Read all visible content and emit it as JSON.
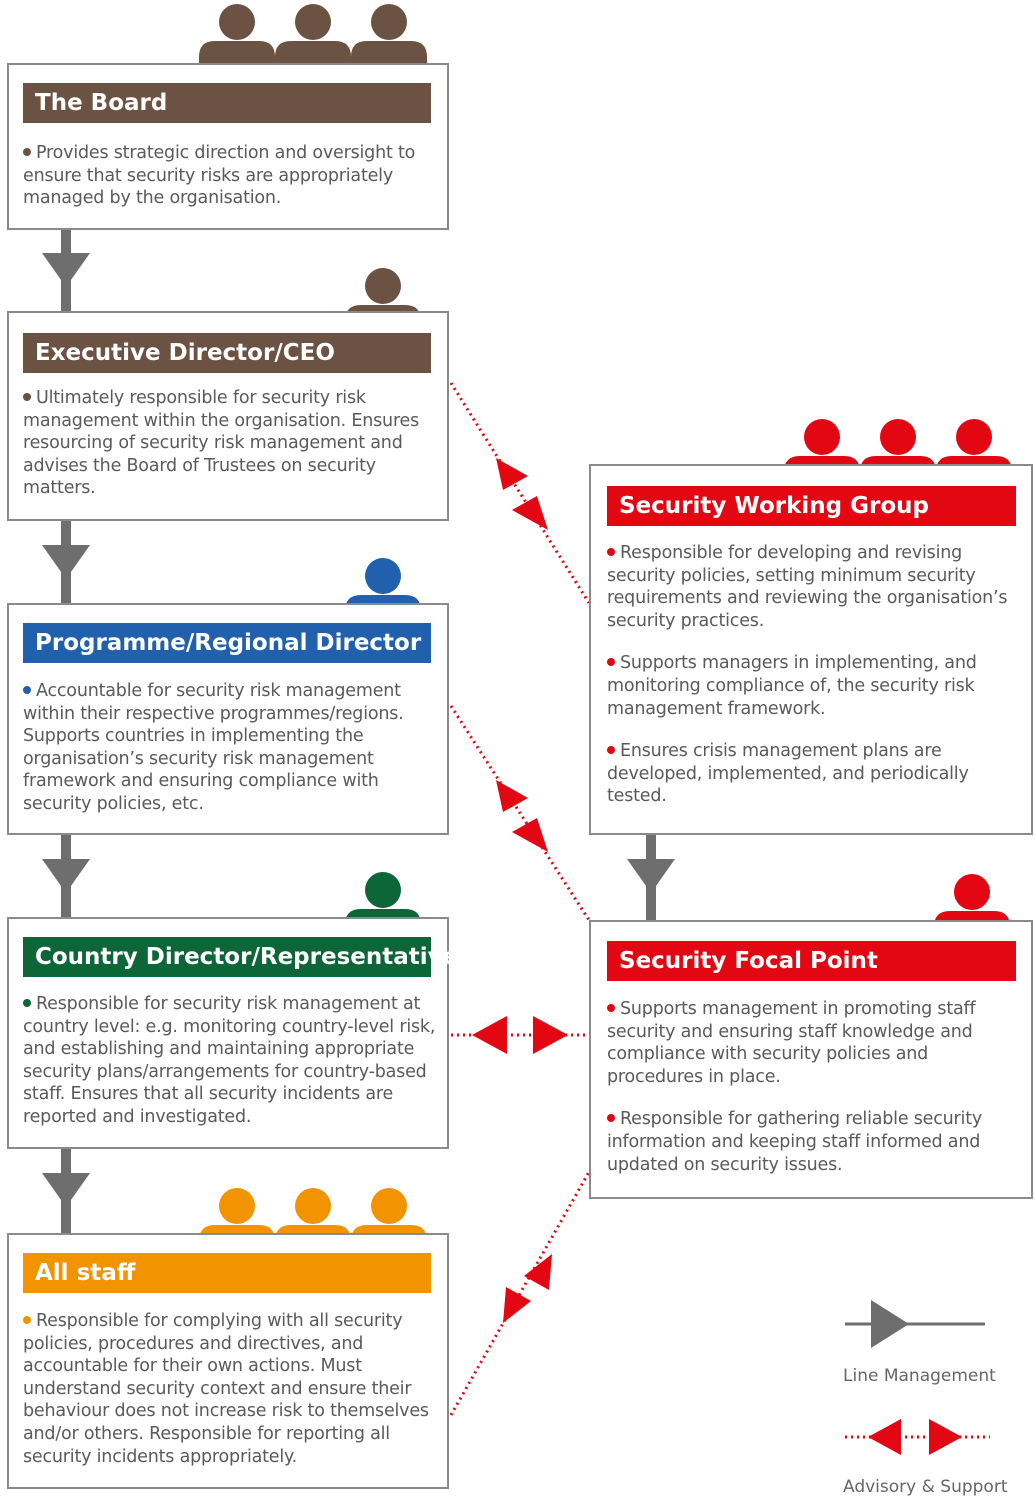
{
  "colors": {
    "board": "#6b5242",
    "executive": "#6b5242",
    "regional": "#2060ad",
    "country": "#0c6637",
    "staff": "#f29300",
    "security": "#e30613",
    "line_arrow": "#6e6e6e"
  },
  "roles": {
    "board": {
      "title": "The Board",
      "points": [
        "Provides strategic direction and oversight to ensure that security risks are appropriately managed by the organisation."
      ]
    },
    "executive": {
      "title": "Executive Director/CEO",
      "points": [
        "Ultimately responsible for security risk management within the organisation. Ensures resourcing of security risk management and advises the Board of Trustees on security matters."
      ]
    },
    "regional": {
      "title": "Programme/Regional Director",
      "points": [
        "Accountable for security risk management within their respective programmes/regions. Supports countries in implementing the organisation’s security risk management framework and ensuring compliance with security policies, etc."
      ]
    },
    "country": {
      "title": "Country Director/Representative",
      "points": [
        "Responsible for security risk management at country level: e.g. monitoring country-level risk, and establishing and maintaining appropriate security plans/arrangements for country-based staff. Ensures that all security incidents are reported and investigated."
      ]
    },
    "staff": {
      "title": "All staff",
      "points": [
        "Responsible for complying with all security policies, procedures and directives, and accountable for their own actions. Must understand security context and ensure their behaviour does not increase risk to themselves and/or others. Responsible for reporting all security incidents appropriately."
      ]
    },
    "working_group": {
      "title": "Security Working Group",
      "points": [
        "Responsible for developing and revising security policies, setting minimum security requirements and reviewing the organisation’s security practices.",
        "Supports managers in implementing, and monitoring compliance of, the security risk management framework.",
        "Ensures crisis management plans are developed, implemented, and periodically tested."
      ]
    },
    "focal_point": {
      "title": "Security Focal Point",
      "points": [
        "Supports management in promoting staff security and ensuring staff knowledge and compliance with security policies and procedures in place.",
        "Responsible for gathering reliable security information and keeping staff informed and updated on security issues."
      ]
    }
  },
  "legend": {
    "line_management": "Line Management",
    "advisory_support": "Advisory & Support"
  }
}
